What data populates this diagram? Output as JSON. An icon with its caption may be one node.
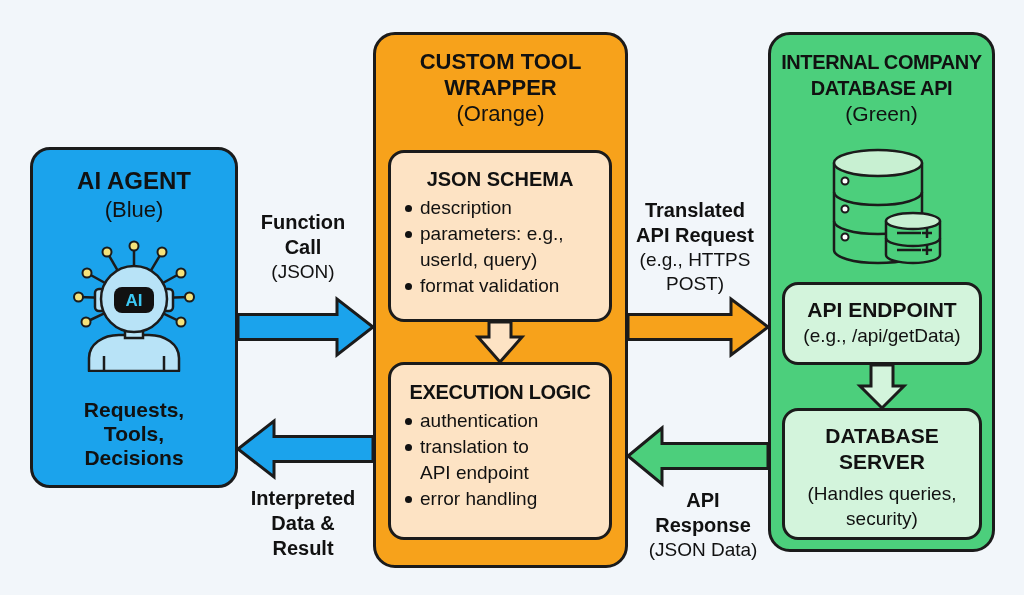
{
  "diagram": {
    "nodes": [
      {
        "text": [
          "AI AGENT",
          "(Blue)",
          "Requests, Tools, Decisions"
        ]
      },
      {
        "text": [
          "CUSTOM TOOL WRAPPER",
          "(Orange)"
        ]
      },
      {
        "text": [
          "JSON SCHEMA",
          "description",
          "parameters: e.g., userId, query)",
          "format validation"
        ],
        "in": 1
      },
      {
        "text": [
          "EXECUTION LOGIC",
          "authentication",
          "translation to API endpoint",
          "error handling"
        ],
        "in": 1
      },
      {
        "text": [
          "INTERNAL COMPANY DATABASE API",
          "(Green)"
        ]
      },
      {
        "text": [
          "API ENDPOINT",
          "(e.g., /api/getData)"
        ],
        "in": 4
      },
      {
        "text": [
          "DATABASE SERVER",
          "(Handles queries, security)"
        ],
        "in": 4
      }
    ],
    "edges": [
      {
        "from": 0,
        "to": 1,
        "arrow": "to",
        "label": "**Function Call** (JSON)",
        "color": "#1ba3ec"
      },
      {
        "from": 1,
        "to": 0,
        "arrow": "to",
        "label": "**Interpreted Data & Result**",
        "color": "#1ba3ec"
      },
      {
        "from": 1,
        "to": 4,
        "arrow": "to",
        "label": "**Translated API Request** (e.g., HTTPS POST)",
        "color": "#f7a21b"
      },
      {
        "from": 4,
        "to": 1,
        "arrow": "to",
        "label": "**API Response** (JSON Data)",
        "color": "#4ccf7c"
      },
      {
        "from": 2,
        "to": 3,
        "arrow": "to",
        "color": "#fde3c4"
      },
      {
        "from": 5,
        "to": 6,
        "arrow": "to",
        "color": "#d3f4dc"
      }
    ],
    "labels": [
      "AI"
    ]
  }
}
